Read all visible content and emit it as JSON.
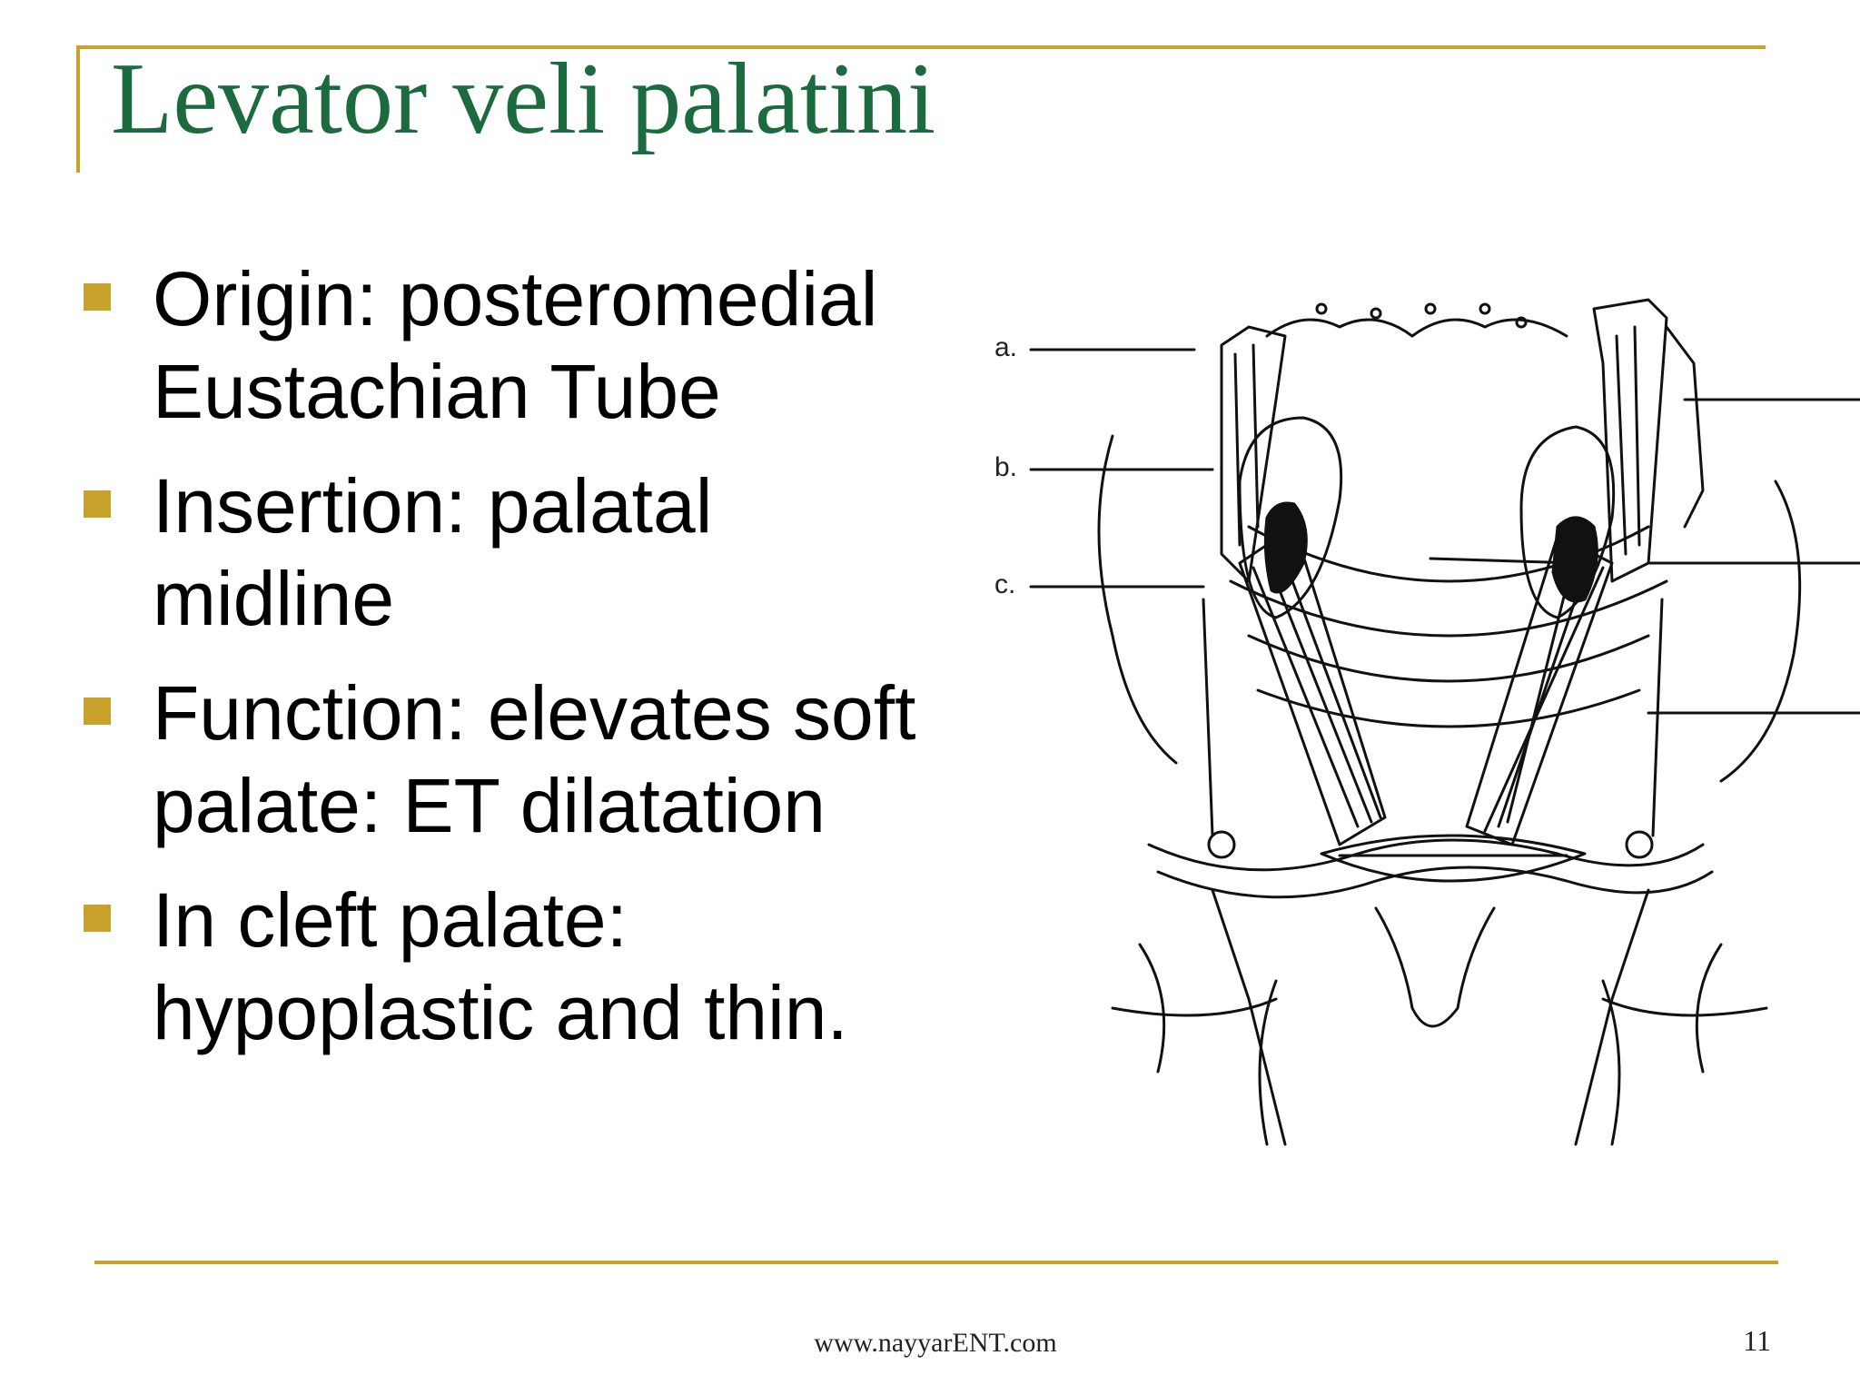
{
  "slide": {
    "title": "Levator veli palatini",
    "bullets": [
      {
        "text": "Origin: posteromedial Eustachian Tube"
      },
      {
        "text": "Insertion: palatal midline"
      },
      {
        "text": "Function: elevates soft palate: ET dilatation"
      },
      {
        "text": "In cleft palate: hypoplastic and thin."
      }
    ],
    "figure": {
      "labels": [
        "a.",
        "b.",
        "c."
      ]
    },
    "footer": {
      "url": "www.nayyarENT.com",
      "page_number": "11"
    }
  },
  "colors": {
    "accent": "#c8a22a",
    "title": "#1b6b3e",
    "text": "#000000"
  }
}
